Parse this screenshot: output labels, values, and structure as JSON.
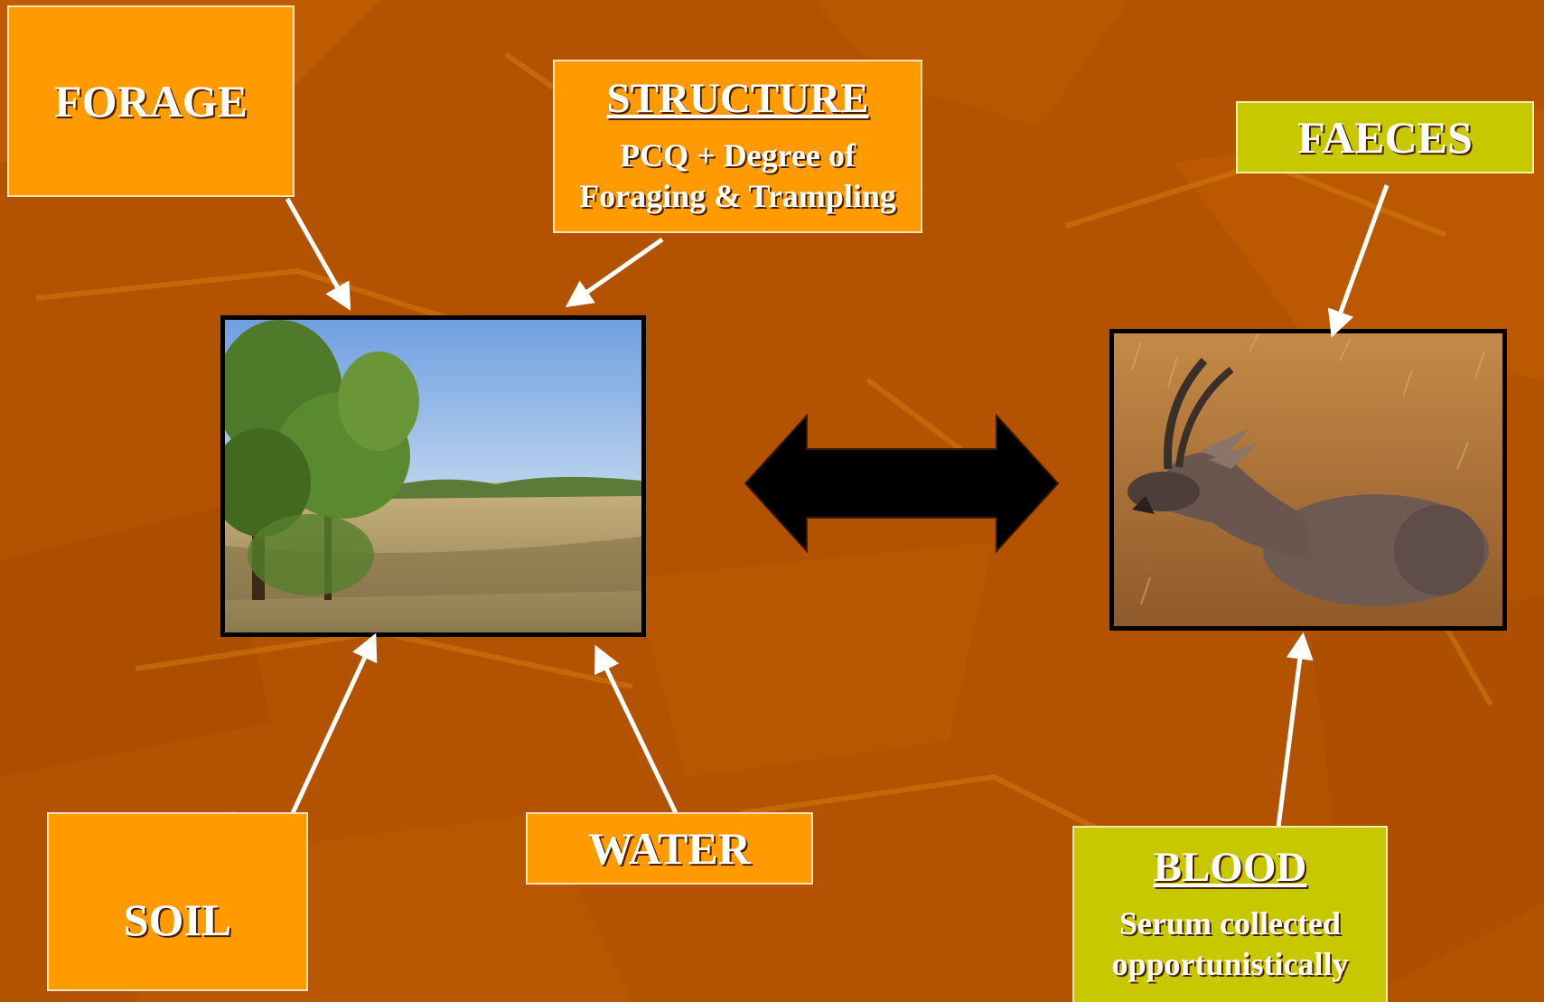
{
  "boxes": {
    "forage": {
      "label": "FORAGE"
    },
    "structure": {
      "title": "STRUCTURE",
      "line1": "PCQ + Degree of",
      "line2": "Foraging & Trampling"
    },
    "faeces": {
      "label": "FAECES"
    },
    "soil": {
      "label": "SOIL"
    },
    "water": {
      "label": "WATER"
    },
    "blood": {
      "title": "BLOOD",
      "line1": "Serum collected",
      "line2": "opportunistically"
    }
  },
  "colors": {
    "background": "#b35200",
    "orange_box": "#ff9a00",
    "lime_box": "#c8c800",
    "arrow": "#ffffff",
    "double_arrow": "#000000"
  },
  "images": {
    "habitat_photo": "savanna-landscape-photo",
    "animal_photo": "roan-antelope-photo"
  }
}
